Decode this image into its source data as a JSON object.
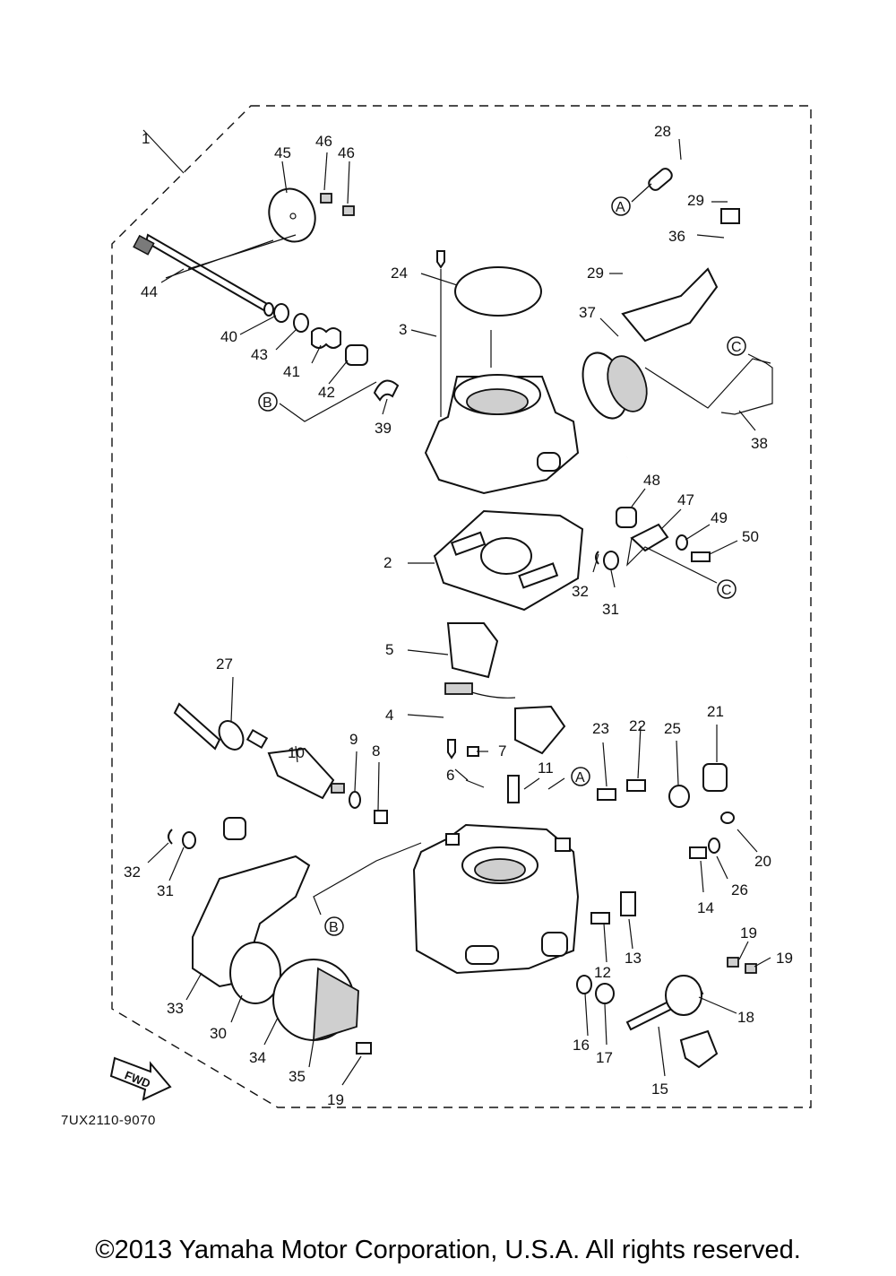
{
  "diagram_code": "7UX2110-9070",
  "copyright": "©2013 Yamaha Motor Corporation, U.S.A. All rights reserved.",
  "fwd_label": "FWD",
  "refs": {
    "a": "A",
    "b": "B",
    "c": "C"
  },
  "callouts": {
    "p1": "1",
    "p2": "2",
    "p3": "3",
    "p4": "4",
    "p5": "5",
    "p6": "6",
    "p7": "7",
    "p8": "8",
    "p9": "9",
    "p10": "10",
    "p11": "11",
    "p12": "12",
    "p13": "13",
    "p14": "14",
    "p15": "15",
    "p16": "16",
    "p17": "17",
    "p18": "18",
    "p19": "19",
    "p20": "20",
    "p21": "21",
    "p22": "22",
    "p23": "23",
    "p24": "24",
    "p25": "25",
    "p26": "26",
    "p27": "27",
    "p28": "28",
    "p29": "29",
    "p30": "30",
    "p31": "31",
    "p32": "32",
    "p33": "33",
    "p34": "34",
    "p35": "35",
    "p36": "36",
    "p37": "37",
    "p38": "38",
    "p39": "39",
    "p40": "40",
    "p41": "41",
    "p42": "42",
    "p43": "43",
    "p44": "44",
    "p45": "45",
    "p46": "46",
    "p47": "47",
    "p48": "48",
    "p49": "49",
    "p50": "50"
  }
}
